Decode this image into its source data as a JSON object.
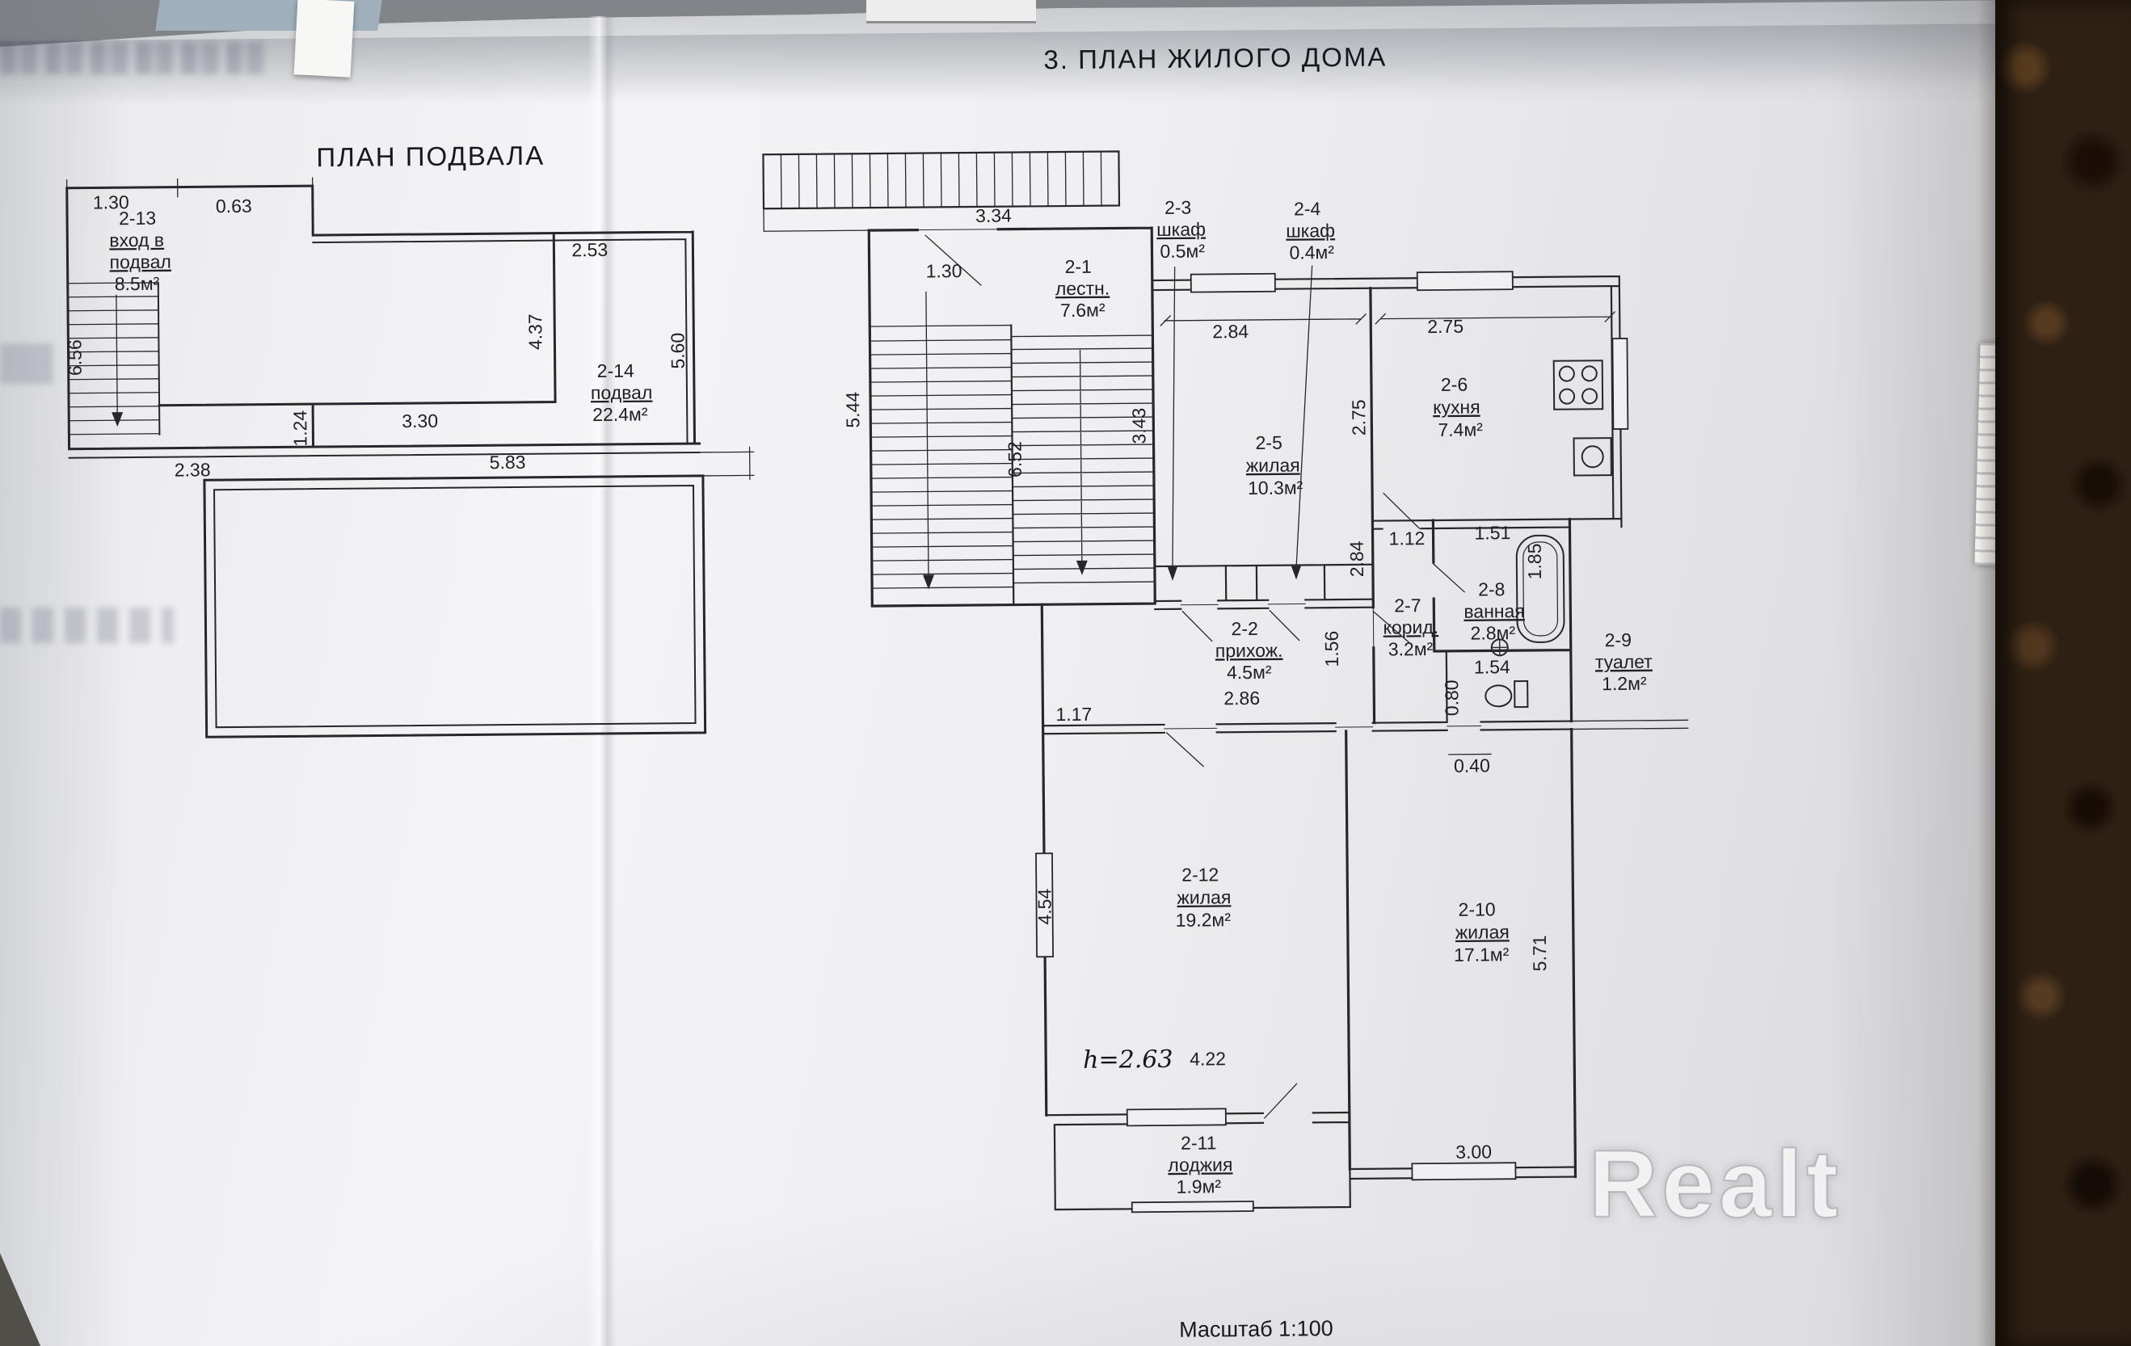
{
  "watermark": "Realt",
  "basement": {
    "title": "ПЛАН ПОДВАЛА",
    "room_2_13": {
      "id": "2-13",
      "name_line1": "вход в",
      "name_line2": "подвал",
      "area": "8.5м²"
    },
    "room_2_14": {
      "id": "2-14",
      "name": "подвал",
      "area": "22.4м²"
    },
    "dims": {
      "stairs_width": "1.30",
      "top_offset": "0.63",
      "top_right_width": "2.53",
      "mid_height": "4.37",
      "right_height": "5.60",
      "stairs_height": "6.56",
      "mid_width": "3.30",
      "small_height": "1.24",
      "bottom_left_width": "2.38",
      "bottom_right_width": "5.83"
    }
  },
  "main": {
    "title": "3. ПЛАН ЖИЛОГО ДОМА",
    "scale": "Масштаб 1:100",
    "rooms": {
      "r2_1": {
        "id": "2-1",
        "name": "лестн.",
        "area": "7.6м²"
      },
      "r2_2": {
        "id": "2-2",
        "name": "прихож.",
        "area": "4.5м²"
      },
      "r2_3": {
        "id": "2-3",
        "name": "шкаф",
        "area": "0.5м²"
      },
      "r2_4": {
        "id": "2-4",
        "name": "шкаф",
        "area": "0.4м²"
      },
      "r2_5": {
        "id": "2-5",
        "name": "жилая",
        "area": "10.3м²"
      },
      "r2_6": {
        "id": "2-6",
        "name": "кухня",
        "area": "7.4м²"
      },
      "r2_7": {
        "id": "2-7",
        "name": "корид.",
        "area": "3.2м²"
      },
      "r2_8": {
        "id": "2-8",
        "name": "ванная",
        "area": "2.8м²"
      },
      "r2_9": {
        "id": "2-9",
        "name": "туалет",
        "area": "1.2м²"
      },
      "r2_10": {
        "id": "2-10",
        "name": "жилая",
        "area": "17.1м²"
      },
      "r2_11": {
        "id": "2-11",
        "name": "лоджия",
        "area": "1.9м²"
      },
      "r2_12": {
        "id": "2-12",
        "name": "жилая",
        "area": "19.2м²"
      }
    },
    "dims": {
      "entry_steps": "3.34",
      "stair_landing": "1.30",
      "room5_width": "2.84",
      "kitchen_width": "2.75",
      "left_height": "5.44",
      "kitchen_depth": "2.75",
      "room5_depth": "3.43",
      "stair_depth": "6.52",
      "corridor_depth": "2.84",
      "corridor_width": "1.12",
      "bath_width": "1.51",
      "bath_depth": "1.85",
      "hall_depth": "1.56",
      "hall_width": "2.86",
      "wc_width": "1.54",
      "wc_depth": "0.80",
      "hall_left_width": "1.17",
      "opening_width": "0.40",
      "room12_depth": "4.54",
      "room10_depth": "5.71",
      "room12_width": "4.22",
      "room10_width": "3.00",
      "ceiling_height": "h=2.63"
    }
  }
}
